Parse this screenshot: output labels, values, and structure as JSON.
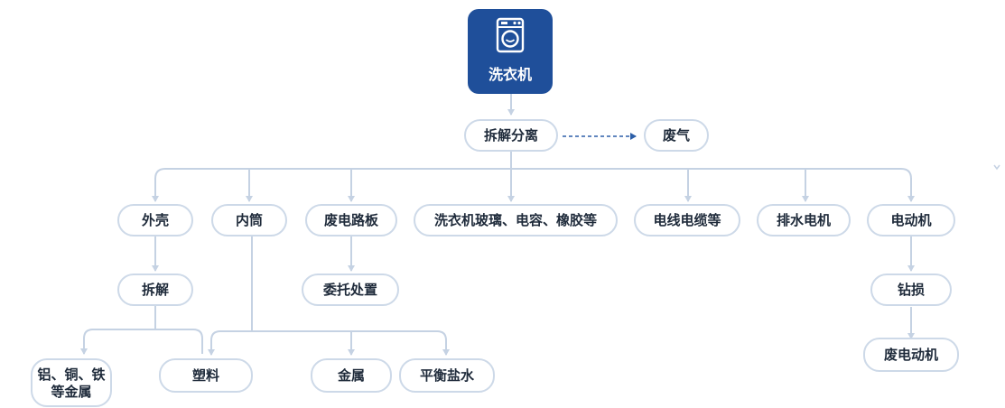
{
  "root": {
    "label": "洗衣机",
    "icon": "washing-machine-icon"
  },
  "process": {
    "disassembly": "拆解分离",
    "exhaust": "废气"
  },
  "components": {
    "shell": "外壳",
    "inner_drum": "内筒",
    "circuit_board": "废电路板",
    "glass_capacitor_rubber": "洗衣机玻璃、电容、橡胶等",
    "wires_cables": "电线电缆等",
    "drain_motor": "排水电机",
    "motor": "电动机"
  },
  "steps": {
    "shell_dismantle": "拆解",
    "board_entrusted": "委托处置",
    "motor_drilling": "钻损"
  },
  "outputs": {
    "metals_line1": "铝、铜、铁",
    "metals_line2": "等金属",
    "plastic": "塑料",
    "metal": "金属",
    "balance_brine": "平衡盐水",
    "waste_motor": "废电动机"
  },
  "colors": {
    "root_bg": "#1f4f9a",
    "edge": "#c5d2e3",
    "node_border": "#cdd9e8",
    "dashed_arrow": "#2d5fa8",
    "text": "#1e2a3a"
  }
}
